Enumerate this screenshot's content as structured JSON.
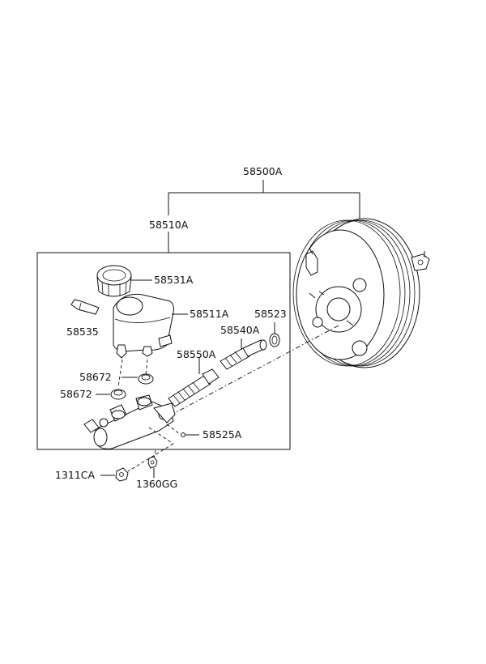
{
  "labels": {
    "booster_assembly": "58500A",
    "master_cylinder_assembly": "58510A",
    "reservoir_cap": "58531A",
    "reservoir": "58511A",
    "sensor": "58535",
    "seal": "58523",
    "primary_piston": "58540A",
    "secondary_piston": "58550A",
    "grommet_upper": "58672",
    "grommet_lower": "58672",
    "pin": "58525A",
    "nut": "1311CA",
    "bolt": "1360GG"
  }
}
